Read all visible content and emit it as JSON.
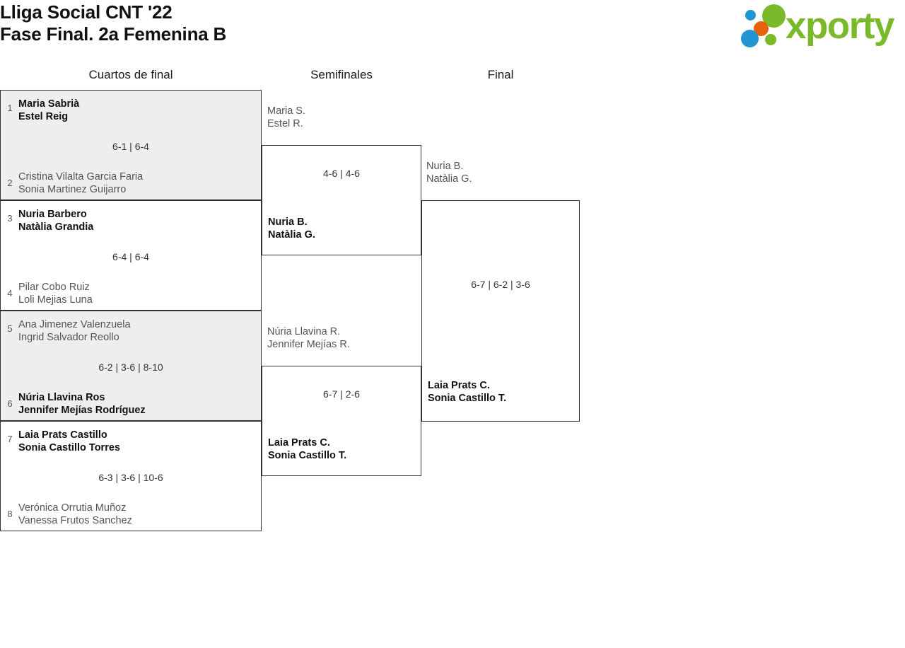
{
  "header": {
    "title_line1": "Lliga Social CNT '22",
    "title_line2": "Fase Final. 2a Femenina B",
    "logo_text": "xporty"
  },
  "rounds": [
    {
      "id": "qf",
      "label": "Cuartos de final"
    },
    {
      "id": "sf",
      "label": "Semifinales"
    },
    {
      "id": "f",
      "label": "Final"
    }
  ],
  "bracket": {
    "quarterfinals": [
      {
        "seed_top": "1",
        "top_p1": "Maria Sabrià",
        "top_p2": "Estel Reig",
        "seed_bottom": "2",
        "bottom_p1": "Cristina Vilalta Garcia Faria",
        "bottom_p2": "Sonia Martinez Guijarro",
        "score": "6-1 | 6-4",
        "winner": "top"
      },
      {
        "seed_top": "3",
        "top_p1": "Nuria Barbero",
        "top_p2": "Natàlia Grandia",
        "seed_bottom": "4",
        "bottom_p1": "Pilar Cobo Ruiz",
        "bottom_p2": "Loli Mejias Luna",
        "score": "6-4 | 6-4",
        "winner": "top"
      },
      {
        "seed_top": "5",
        "top_p1": "Ana Jimenez Valenzuela",
        "top_p2": "Ingrid Salvador Reollo",
        "seed_bottom": "6",
        "bottom_p1": "Núria Llavina Ros",
        "bottom_p2": "Jennifer Mejías Rodríguez",
        "score": "6-2 | 3-6 | 8-10",
        "winner": "bottom"
      },
      {
        "seed_top": "7",
        "top_p1": "Laia Prats Castillo",
        "top_p2": "Sonia Castillo Torres",
        "seed_bottom": "8",
        "bottom_p1": "Verónica Orrutia Muñoz",
        "bottom_p2": "Vanessa Frutos Sanchez",
        "score": "6-3 | 3-6 | 10-6",
        "winner": "top"
      }
    ],
    "semifinals": [
      {
        "top_p1": "Maria S.",
        "top_p2": "Estel R.",
        "bottom_p1": "Nuria B.",
        "bottom_p2": "Natàlia G.",
        "score": "4-6 | 4-6",
        "winner": "bottom"
      },
      {
        "top_p1": "Núria Llavina R.",
        "top_p2": "Jennifer Mejías R.",
        "bottom_p1": "Laia Prats C.",
        "bottom_p2": "Sonia Castillo T.",
        "score": "6-7 | 2-6",
        "winner": "bottom"
      }
    ],
    "final": {
      "top_p1": "Nuria B.",
      "top_p2": "Natàlia G.",
      "bottom_p1": "Laia Prats C.",
      "bottom_p2": "Sonia Castillo T.",
      "score": "6-7 | 6-2 | 3-6",
      "winner": "bottom"
    }
  },
  "colors": {
    "brand_green": "#7ab929",
    "brand_blue": "#2196d3",
    "brand_orange": "#e8620c",
    "shade": "#eeeeee",
    "border": "#333333"
  }
}
